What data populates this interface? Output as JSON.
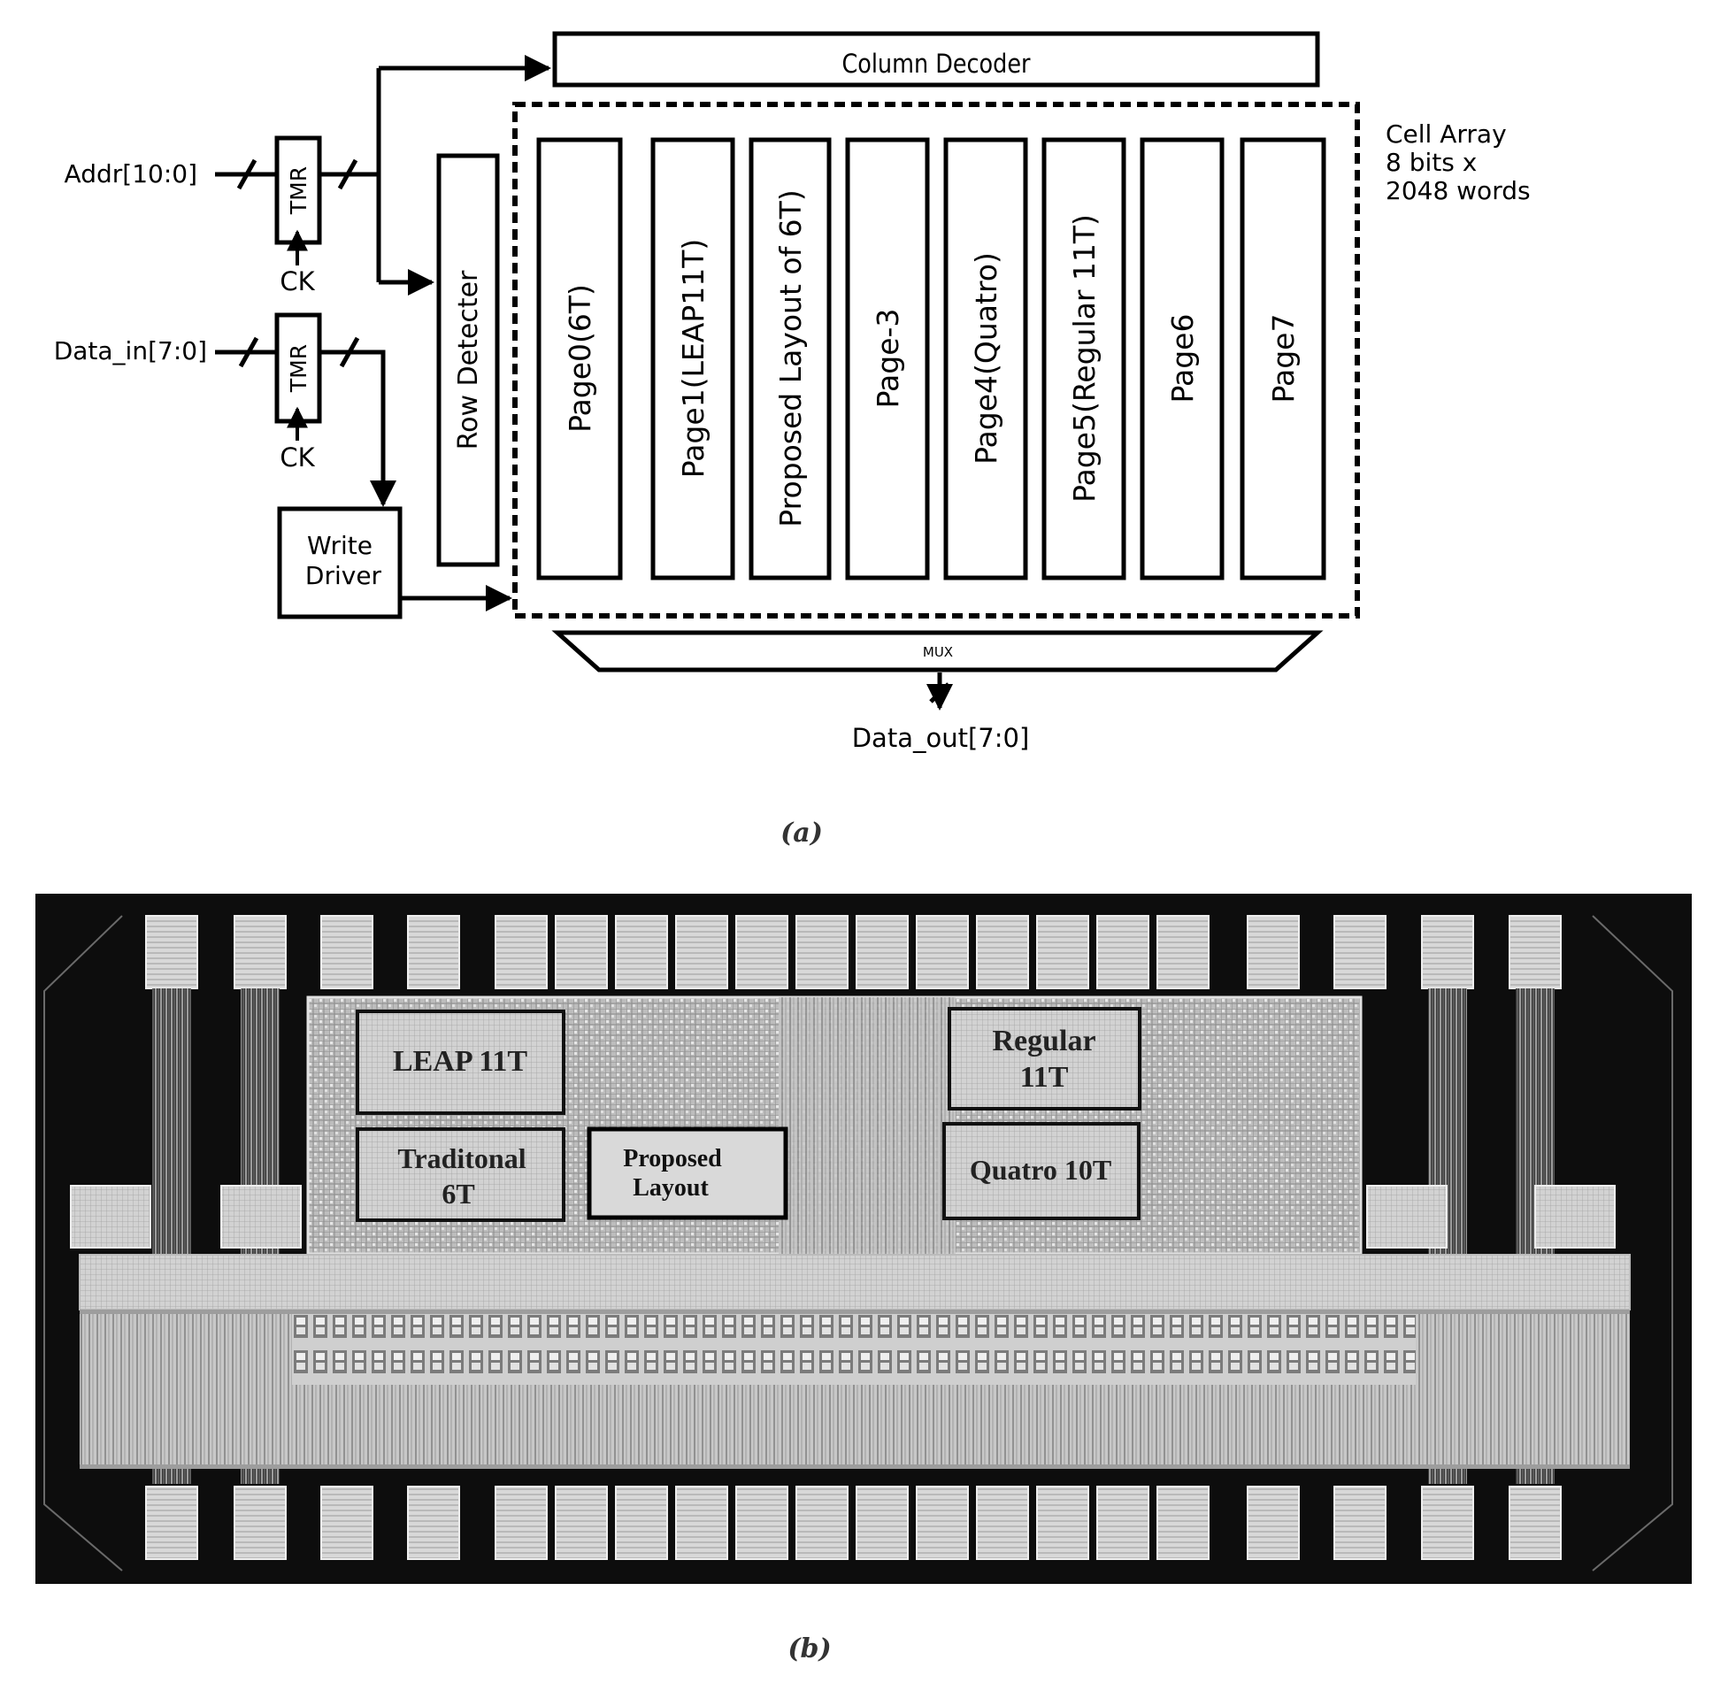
{
  "diagram_a": {
    "column_decoder": "Column Decoder",
    "cell_array": {
      "line1": "Cell Array",
      "line2": "8 bits x",
      "line3": "2048 words"
    },
    "addr_input": "Addr[10:0]",
    "data_input": "Data_in[7:0]",
    "tmr_label": "TMR",
    "ck_label": "CK",
    "row_detecter": "Row Detecter",
    "write_driver": {
      "line1": "Write",
      "line2": "Driver"
    },
    "pages": [
      "Page0(6T)",
      "Page1(LEAP11T)",
      "Proposed Layout of 6T)",
      "Page-3",
      "Page4(Quatro)",
      "Page5(Regular 11T)",
      "Page6",
      "Page7"
    ],
    "mux": "MUX",
    "data_out": "Data_out[7:0]",
    "caption": "(a)"
  },
  "diagram_b": {
    "labels": {
      "leap": "LEAP 11T",
      "regular_line1": "Regular",
      "regular_line2": "11T",
      "traditional_line1": "Traditonal",
      "traditional_line2": "6T",
      "proposed_line1": "Proposed",
      "proposed_line2": "Layout",
      "quatro": "Quatro 10T"
    },
    "caption": "(b)"
  }
}
